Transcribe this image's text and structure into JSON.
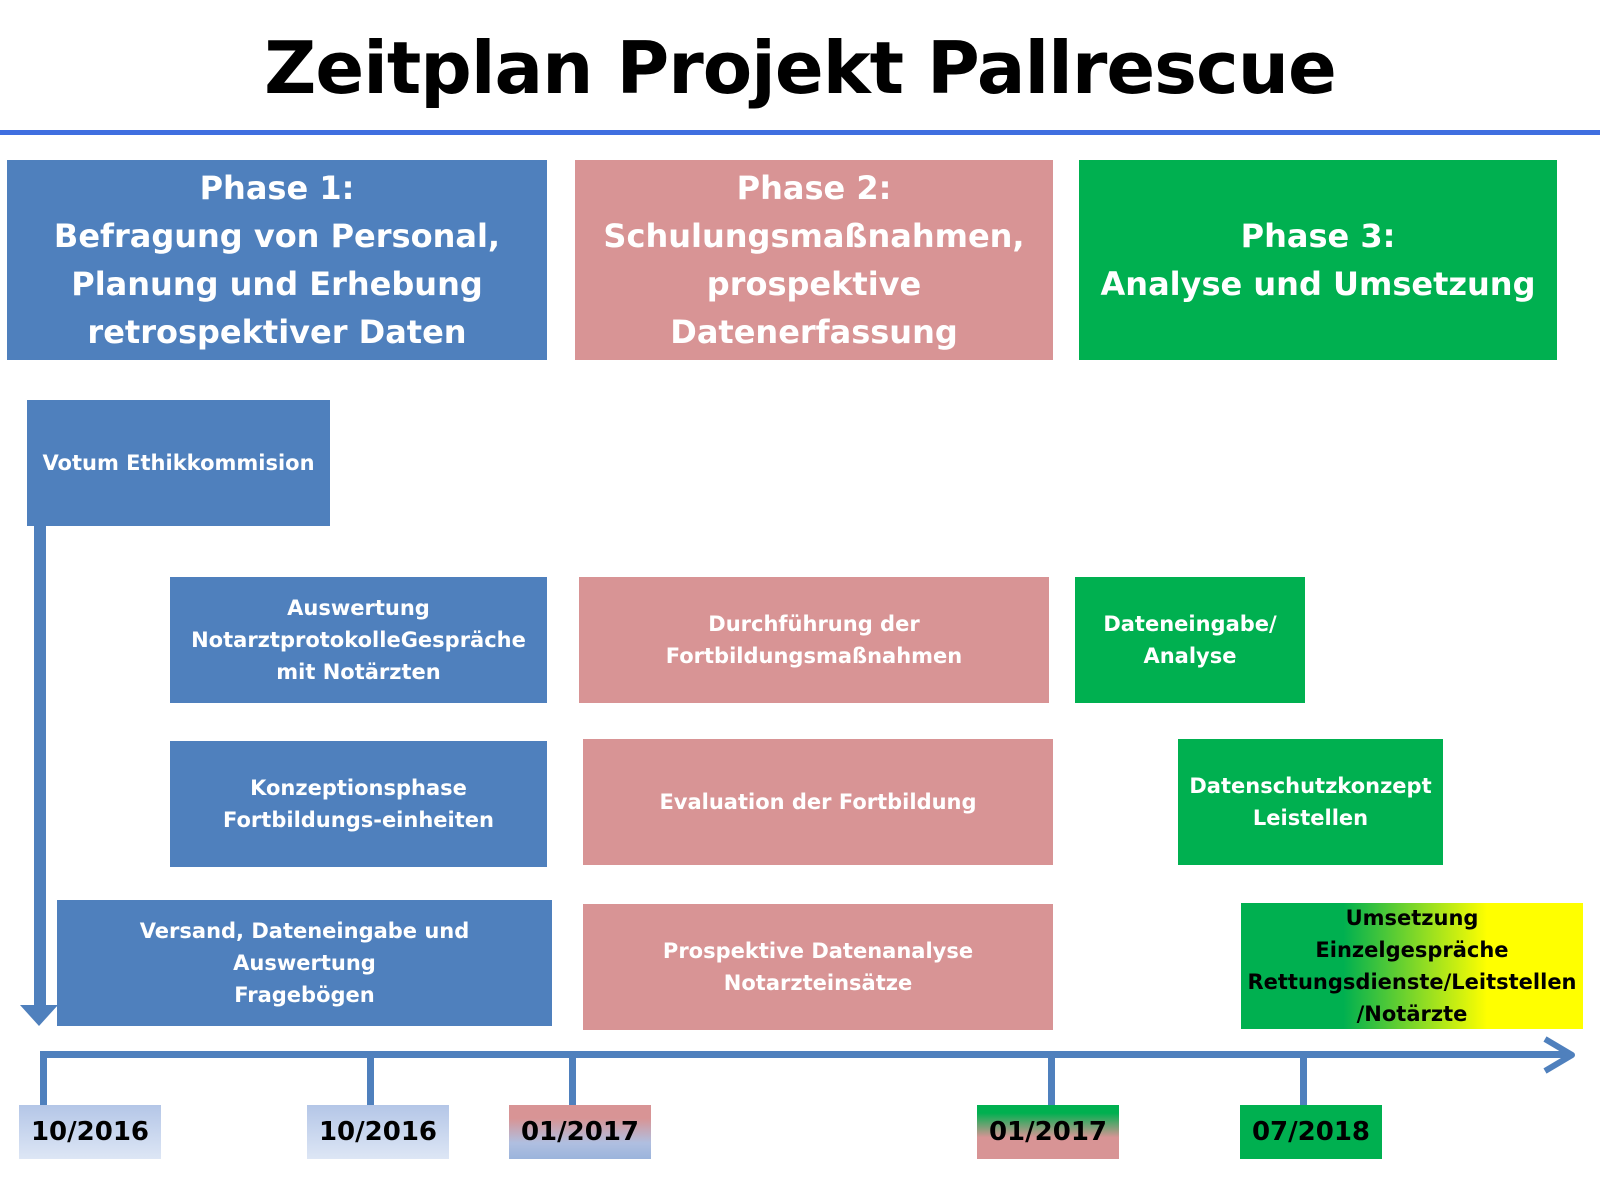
{
  "title": "Zeitplan Projekt Pallrescue",
  "colors": {
    "blue": "#4f80bd",
    "pink": "#d89495",
    "green": "#00b050",
    "yellow": "#ffff00",
    "rule": "#3f6fe0"
  },
  "phases": [
    {
      "text": "Phase 1:\nBefragung von Personal,\nPlanung und Erhebung\nretrospektiver Daten",
      "color": "blue"
    },
    {
      "text": "Phase 2:\nSchulungsmaßnahmen,\nprospektive\nDatenerfassung",
      "color": "pink"
    },
    {
      "text": "Phase 3:\nAnalyse und Umsetzung",
      "color": "green"
    }
  ],
  "tasks": {
    "votum": "Votum Ethikkommision",
    "auswertung": "Auswertung\nNotarztprotokolleGespräche\nmit Notärzten",
    "konzeption": "Konzeptionsphase\nFortbildungs-einheiten",
    "versand": "Versand, Dateneingabe und Auswertung\nFragebögen",
    "durchfuehrung": "Durchführung der\nFortbildungsmaßnahmen",
    "evaluation": "Evaluation der Fortbildung",
    "prospektiv": "Prospektive Datenanalyse\nNotarzteinsätze",
    "dateneingabe": "Dateneingabe/\nAnalyse",
    "datenschutz": "Datenschutzkonzept\nLeistellen",
    "umsetzung": "Umsetzung Einzelgespräche\nRettungsdienste/Leitstellen\n/Notärzte"
  },
  "timeline": [
    "10/2016",
    "10/2016",
    "01/2017",
    "01/2017",
    "07/2018"
  ]
}
